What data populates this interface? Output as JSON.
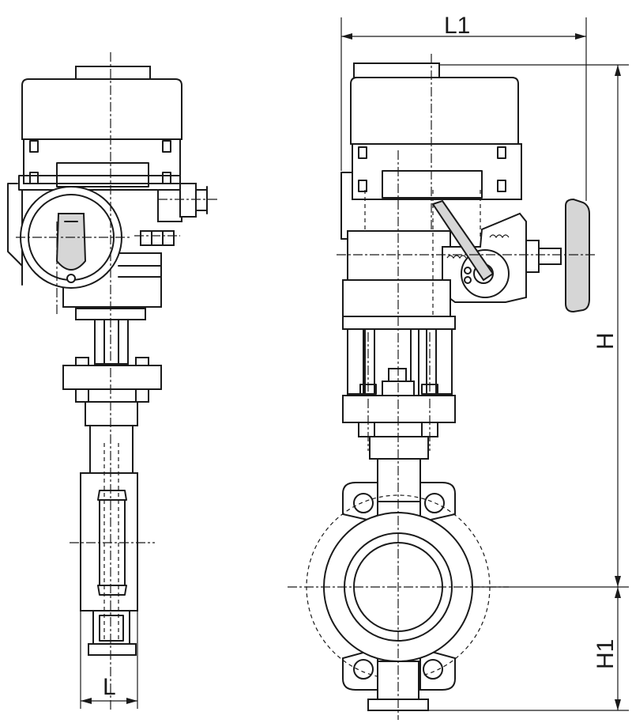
{
  "dimensions": {
    "L": "L",
    "L1": "L1",
    "H": "H",
    "H1": "H1"
  },
  "colors": {
    "line": "#1a1a1a",
    "background": "#ffffff",
    "shade": "#d6d6d6"
  }
}
